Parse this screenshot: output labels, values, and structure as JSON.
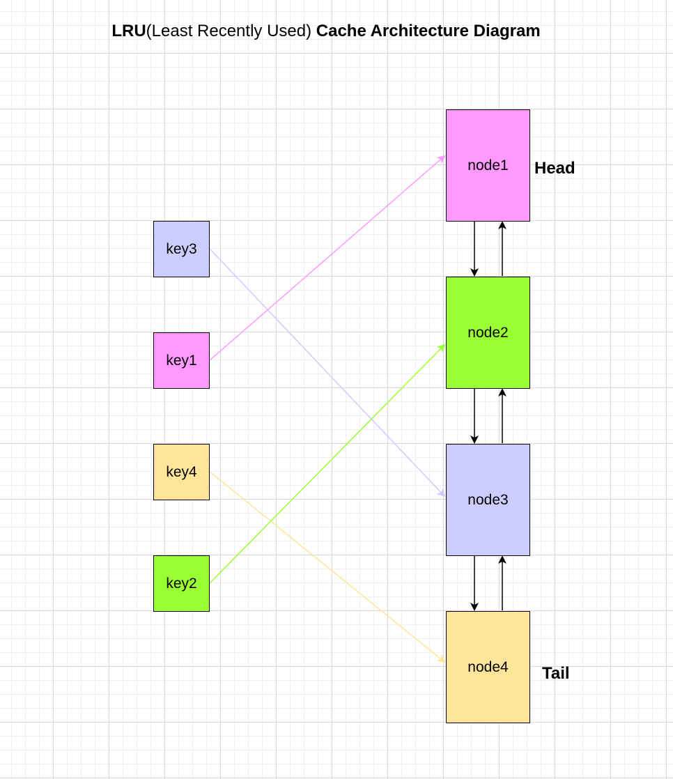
{
  "title": {
    "part1": "LRU",
    "part2": "(Least Recently Used)",
    "part3": " Cache Architecture Diagram"
  },
  "keys": [
    {
      "label": "key3",
      "color": "#ccccff",
      "target": "node3"
    },
    {
      "label": "key1",
      "color": "#ff99ff",
      "target": "node1"
    },
    {
      "label": "key4",
      "color": "#ffe599",
      "target": "node4"
    },
    {
      "label": "key2",
      "color": "#99ff33",
      "target": "node2"
    }
  ],
  "nodes": [
    {
      "label": "node1",
      "color": "#ff99ff"
    },
    {
      "label": "node2",
      "color": "#99ff33"
    },
    {
      "label": "node3",
      "color": "#ccccff"
    },
    {
      "label": "node4",
      "color": "#ffe599"
    }
  ],
  "labels": {
    "head": "Head",
    "tail": "Tail"
  },
  "edges": [
    {
      "from": "node1",
      "to": "node2",
      "color": "#000000"
    },
    {
      "from": "node2",
      "to": "node1",
      "color": "#000000"
    },
    {
      "from": "node2",
      "to": "node3",
      "color": "#000000"
    },
    {
      "from": "node3",
      "to": "node2",
      "color": "#000000"
    },
    {
      "from": "node3",
      "to": "node4",
      "color": "#000000"
    },
    {
      "from": "node4",
      "to": "node3",
      "color": "#000000"
    }
  ]
}
